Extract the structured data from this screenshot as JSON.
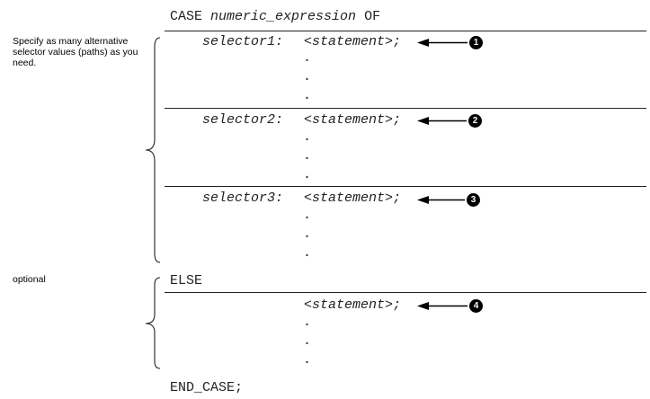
{
  "header": {
    "keyword": "CASE",
    "expr": "numeric_expression",
    "of": "OF"
  },
  "notes": {
    "alternatives": "Specify as many alternative selector values (paths) as you need.",
    "optional": "optional"
  },
  "branches": [
    {
      "selector": "selector1:",
      "statement": "<statement>;",
      "marker": "1"
    },
    {
      "selector": "selector2:",
      "statement": "<statement>;",
      "marker": "2"
    },
    {
      "selector": "selector3:",
      "statement": "<statement>;",
      "marker": "3"
    }
  ],
  "else_branch": {
    "keyword": "ELSE",
    "statement": "<statement>;",
    "marker": "4"
  },
  "dot": ".",
  "footer": {
    "end": "END_CASE;"
  }
}
